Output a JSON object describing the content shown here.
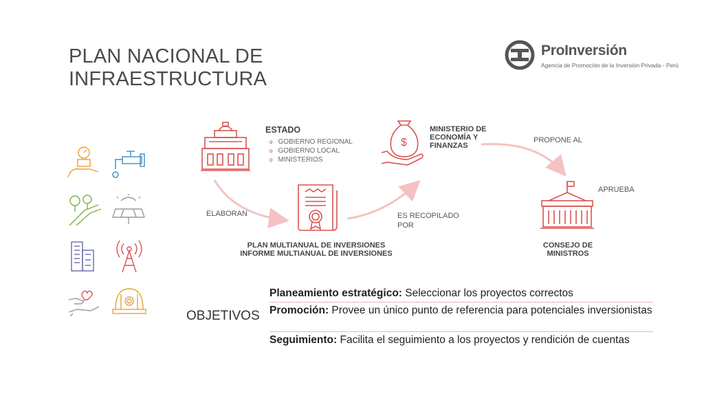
{
  "title_line1": "PLAN NACIONAL DE",
  "title_line2": "INFRAESTRUCTURA",
  "logo": {
    "name": "ProInversión",
    "subtitle": "Agencia de Promoción de la Inversión Privada - Perú"
  },
  "diagram": {
    "estado": {
      "label": "ESTADO",
      "items": [
        "GOBIERNO REGIONAL",
        "GOBIERNO LOCAL",
        "MINISTERIOS"
      ]
    },
    "elaboran": "ELABORAN",
    "plan_line1": "PLAN MULTIANUAL DE INVERSIONES",
    "plan_line2": "INFORME MULTIANUAL DE INVERSIONES",
    "recopilado_line1": "ES RECOPILADO",
    "recopilado_line2": "POR",
    "mef_line1": "MINISTERIO DE",
    "mef_line2": "ECONOMÍA Y",
    "mef_line3": "FINANZAS",
    "propone": "PROPONE AL",
    "aprueba": "APRUEBA",
    "consejo_line1": "CONSEJO DE",
    "consejo_line2": "MINISTROS"
  },
  "objetivos": {
    "label": "OBJETIVOS",
    "items": [
      {
        "term": "Planeamiento estratégico:",
        "text": " Seleccionar los proyectos correctos"
      },
      {
        "term": "Promoción:",
        "text": " Provee un único punto de referencia para potenciales inversionistas"
      },
      {
        "term": "Seguimiento:",
        "text": " Facilita el seguimiento a los proyectos y rendición de cuentas"
      }
    ]
  },
  "colors": {
    "accent_red": "#d9534f",
    "arrow_pink": "#f4c2c2",
    "title_gray": "#4a4a4a"
  },
  "icons": [
    "building-icon",
    "certificate-icon",
    "money-bag-hand-icon",
    "government-palace-icon",
    "gas-meter-icon",
    "water-tap-icon",
    "road-trees-icon",
    "solar-panel-icon",
    "buildings-icon",
    "antenna-tower-icon",
    "hands-heart-icon",
    "mining-helmet-icon"
  ]
}
